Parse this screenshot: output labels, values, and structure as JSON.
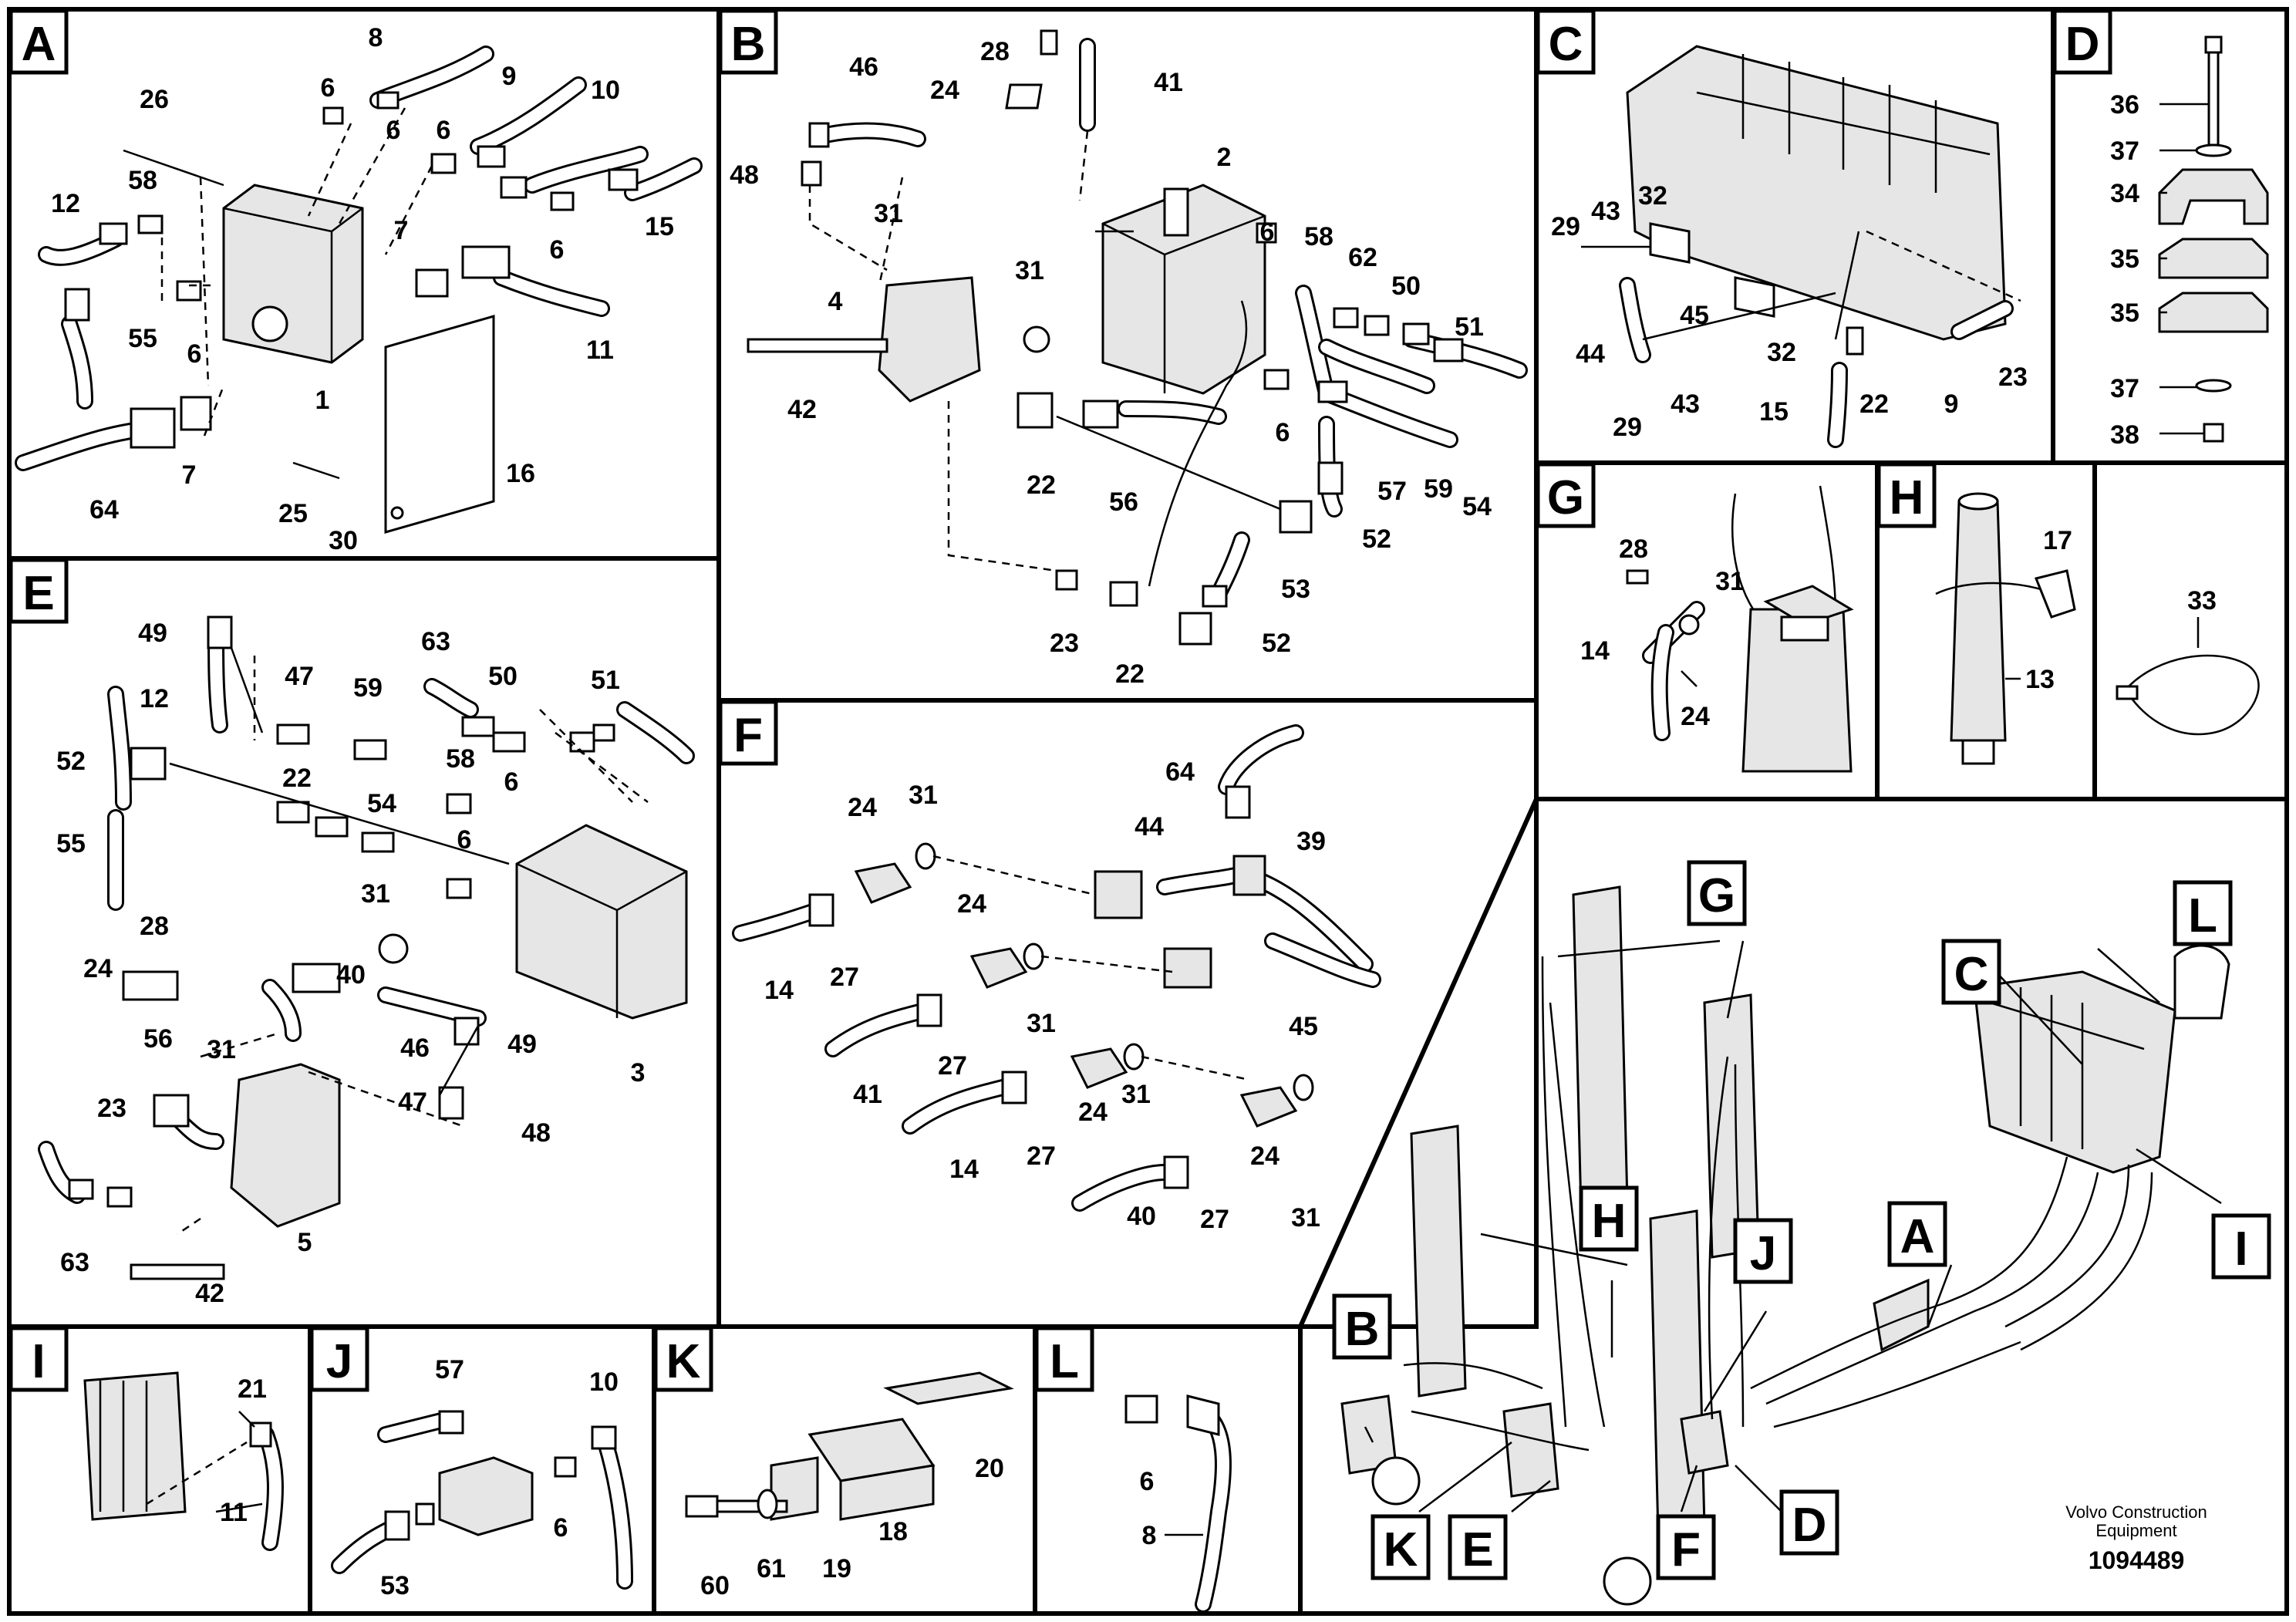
{
  "panels": {
    "A": {
      "letter": "A",
      "labels": [
        "26",
        "8",
        "6",
        "9",
        "10",
        "12",
        "58",
        "6",
        "6",
        "7",
        "15",
        "55",
        "6",
        "6",
        "11",
        "1",
        "64",
        "7",
        "25",
        "30",
        "16"
      ]
    },
    "B": {
      "letter": "B",
      "labels": [
        "28",
        "46",
        "41",
        "24",
        "48",
        "2",
        "31",
        "31",
        "6",
        "58",
        "62",
        "4",
        "50",
        "51",
        "42",
        "6",
        "22",
        "56",
        "57",
        "59",
        "54",
        "52",
        "53",
        "23",
        "22",
        "52"
      ]
    },
    "C": {
      "letter": "C",
      "labels": [
        "29",
        "43",
        "32",
        "45",
        "32",
        "44",
        "29",
        "43",
        "15",
        "22",
        "9",
        "23"
      ]
    },
    "D": {
      "letter": "D",
      "labels": [
        "36",
        "37",
        "34",
        "35",
        "35",
        "37",
        "38"
      ]
    },
    "E": {
      "letter": "E",
      "labels": [
        "49",
        "63",
        "12",
        "47",
        "59",
        "50",
        "51",
        "52",
        "22",
        "58",
        "6",
        "55",
        "54",
        "6",
        "31",
        "28",
        "24",
        "40",
        "46",
        "49",
        "47",
        "48",
        "56",
        "31",
        "23",
        "3",
        "63",
        "5",
        "42"
      ]
    },
    "F": {
      "letter": "F",
      "labels": [
        "64",
        "24",
        "31",
        "39",
        "44",
        "24",
        "14",
        "27",
        "45",
        "31",
        "41",
        "27",
        "24",
        "31",
        "14",
        "27",
        "24",
        "40",
        "27",
        "31"
      ]
    },
    "G": {
      "letter": "G",
      "labels": [
        "28",
        "31",
        "14",
        "24"
      ]
    },
    "H": {
      "letter": "H",
      "labels": [
        "17",
        "13"
      ]
    },
    "J3": {
      "letter": "",
      "labels": [
        "33"
      ]
    },
    "I": {
      "letter": "I",
      "labels": [
        "21",
        "11"
      ]
    },
    "J": {
      "letter": "J",
      "labels": [
        "57",
        "10",
        "6",
        "53"
      ]
    },
    "K": {
      "letter": "K",
      "labels": [
        "20",
        "18",
        "60",
        "61",
        "19"
      ]
    },
    "L": {
      "letter": "L",
      "labels": [
        "6",
        "8"
      ]
    }
  },
  "overview": {
    "callouts": [
      "G",
      "L",
      "C",
      "H",
      "J",
      "A",
      "I",
      "B",
      "K",
      "E",
      "F",
      "D"
    ]
  },
  "footer": {
    "brand_line1": "Volvo Construction",
    "brand_line2": "Equipment",
    "drawing_number": "1094489"
  }
}
